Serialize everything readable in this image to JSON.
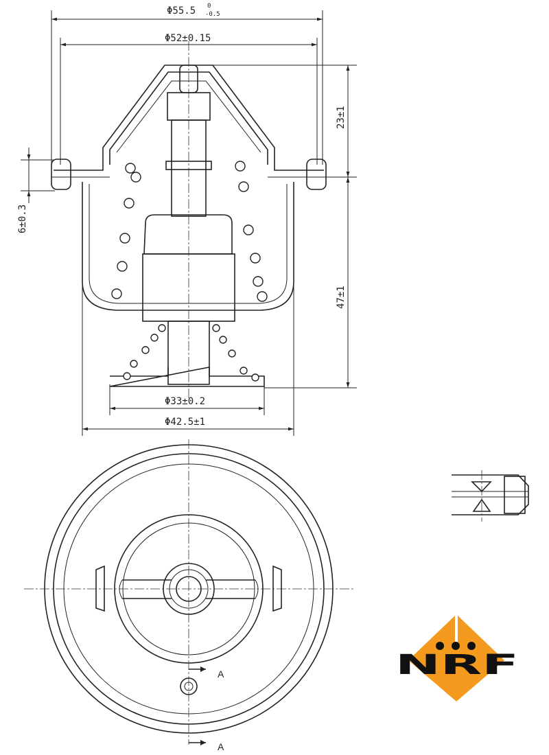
{
  "drawing": {
    "dimensions": {
      "outer_flange_diameter": {
        "main": "Φ55.5",
        "upper_tol": "0",
        "lower_tol": "-0.5"
      },
      "flange_diameter": "Φ52±0.15",
      "top_height": "23±1",
      "body_height": "47±1",
      "flange_thickness": "6±0.3",
      "base_diameter": "Φ33±0.2",
      "body_diameter": "Φ42.5±1"
    },
    "section_labels": [
      "A",
      "A"
    ]
  },
  "logo": {
    "text": "NRF",
    "colors": {
      "orange": "#f39a1f",
      "black": "#111111"
    }
  }
}
